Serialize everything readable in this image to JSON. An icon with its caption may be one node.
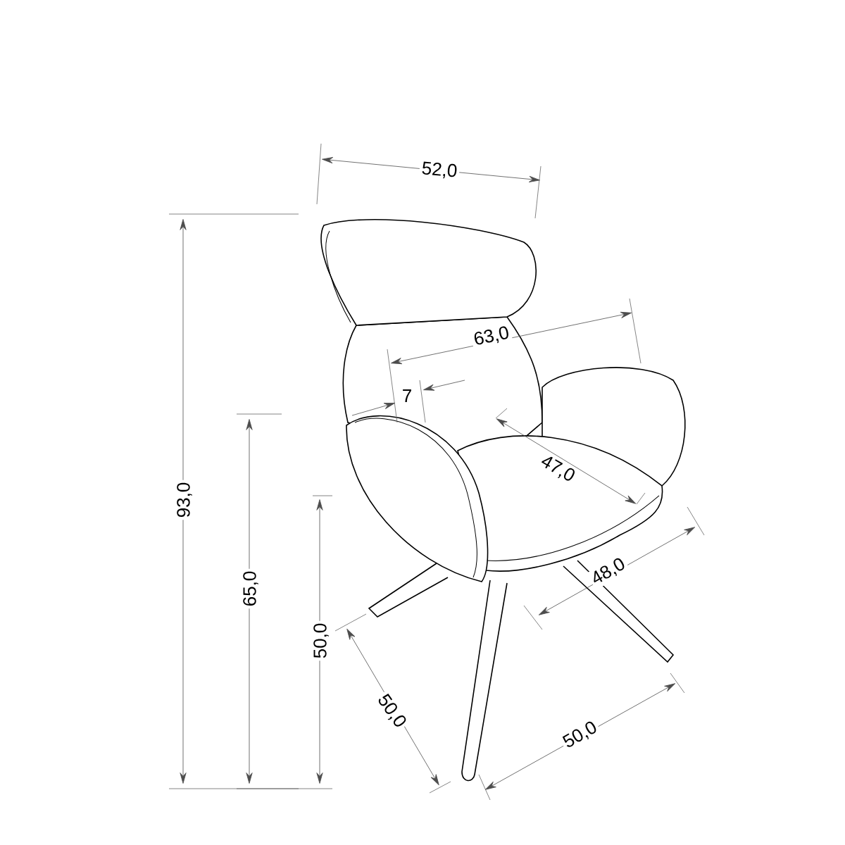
{
  "diagram": {
    "labels": [
      "52,0",
      "63,0",
      "7",
      "47,0",
      "48,0",
      "93,0",
      "65,0",
      "50,0",
      "50,0",
      "50,0"
    ]
  }
}
